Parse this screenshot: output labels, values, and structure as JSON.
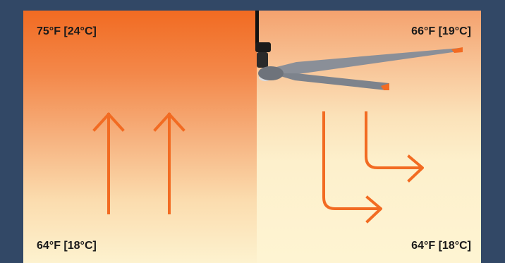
{
  "left_panel": {
    "top_temp": "75°F [24°C]",
    "bottom_temp": "64°F [18°C]"
  },
  "right_panel": {
    "top_temp": "66°F [19°C]",
    "bottom_temp": "64°F [18°C]"
  },
  "colors": {
    "background": "#324866",
    "arrow": "#f26b22",
    "fan_blade": "#8a8f98",
    "blade_tip": "#f26b22"
  },
  "icons": [
    "up-arrow-icon",
    "down-right-arrow-icon",
    "ceiling-fan-icon"
  ]
}
